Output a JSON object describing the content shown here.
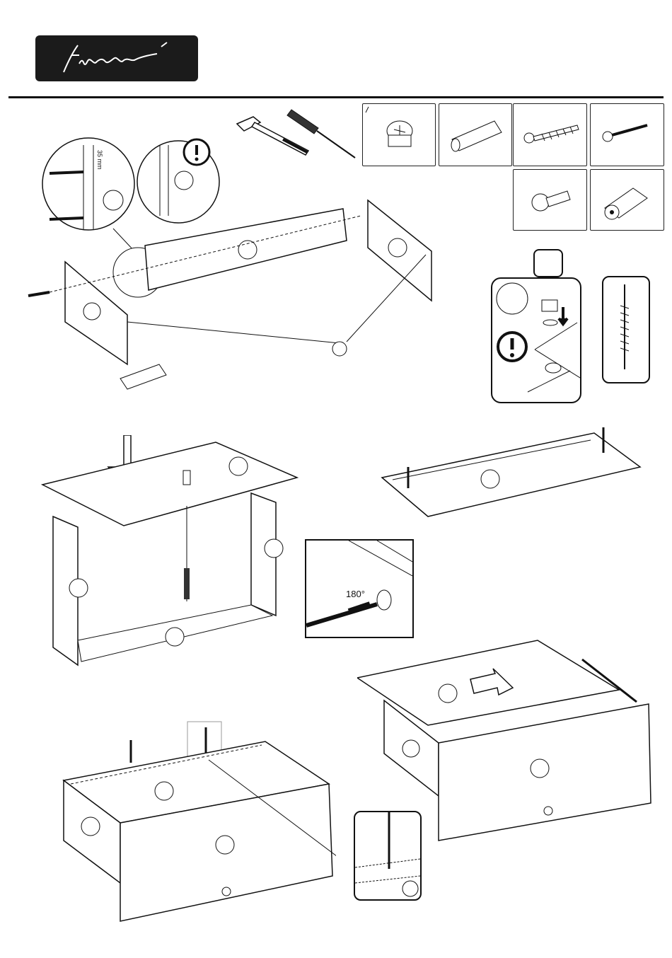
{
  "brand": {
    "logo_text": "finori"
  },
  "annotations": {
    "drill_depth": "35 mm",
    "rotation": "180°"
  },
  "colors": {
    "ink": "#111111",
    "logo_bg": "#1b1b1b",
    "paper": "#ffffff"
  },
  "icons": {
    "tools": [
      "hammer-icon",
      "screwdriver-icon"
    ],
    "hardware": [
      "cam-lock-icon",
      "wooden-dowel-icon",
      "long-screw-icon",
      "wood-screw-icon",
      "connector-bolt-icon",
      "knob-icon"
    ],
    "warnings": [
      "exclamation-icon"
    ]
  }
}
